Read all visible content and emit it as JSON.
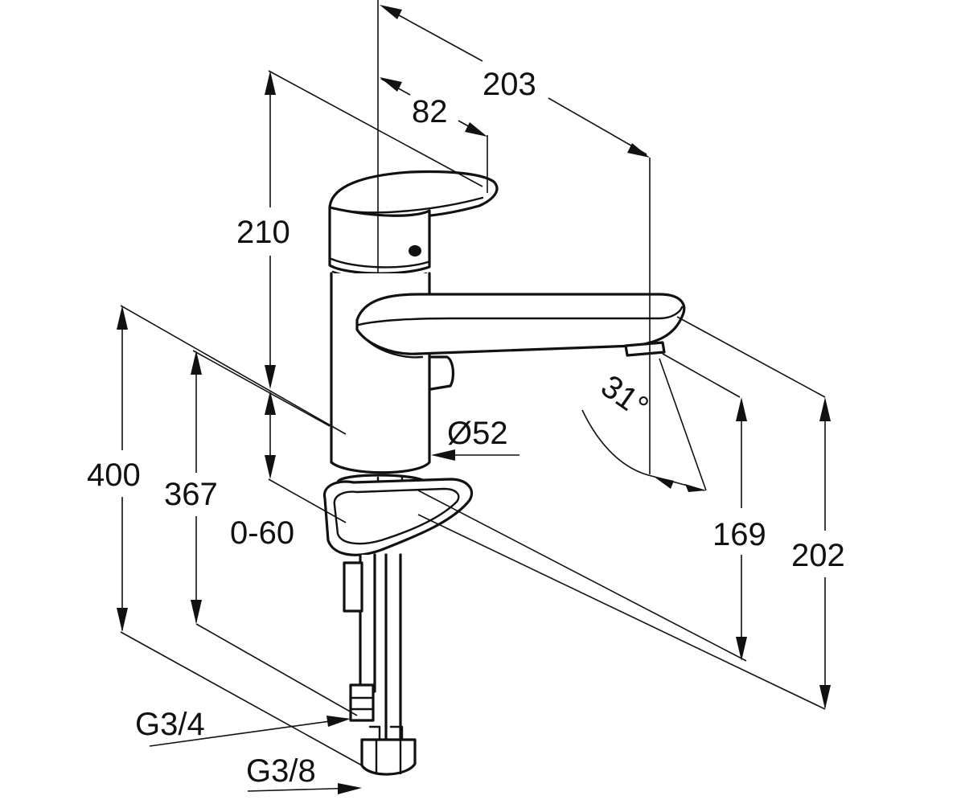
{
  "dimensions": {
    "overall_reach": "203",
    "lever_reach": "82",
    "body_height": "210",
    "diameter": "Ø52",
    "swivel_angle": "31°",
    "total_height": "400",
    "hose_length": "367",
    "deck_thickness": "0-60",
    "spout_clearance": "169",
    "spout_height": "202",
    "connection_large": "G3/4",
    "connection_small": "G3/8"
  }
}
